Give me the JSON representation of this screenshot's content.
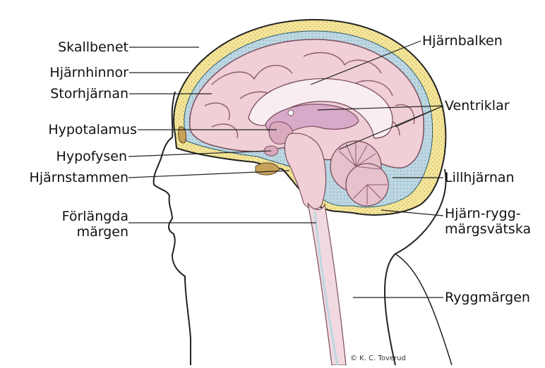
{
  "labels": {
    "skull": "Skallbenet",
    "meninges": "Hjärnhinnor",
    "cerebrum": "Storhjärnan",
    "hypothalamus": "Hypotalamus",
    "pituitary": "Hypofysen",
    "brainstem": "Hjärnstammen",
    "medulla": "Förlängda\nmärgen",
    "corpus_callosum": "Hjärnbalken",
    "ventricles": "Ventriklar",
    "cerebellum": "Lillhjärnan",
    "csf": "Hjärn-rygg-\nmärgsvätska",
    "spinal_cord": "Ryggmärgen"
  },
  "credit": "© K. C. Toverud",
  "colors": {
    "skull": "#f3e59a",
    "skull_dots": "#c9a94a",
    "csf": "#bcd7e2",
    "brain": "#f0cfd6",
    "brain_dark": "#d9a9bd",
    "ventricle": "#e9d3e7",
    "line": "#222222",
    "nose_cartilage": "#c7a15a"
  }
}
